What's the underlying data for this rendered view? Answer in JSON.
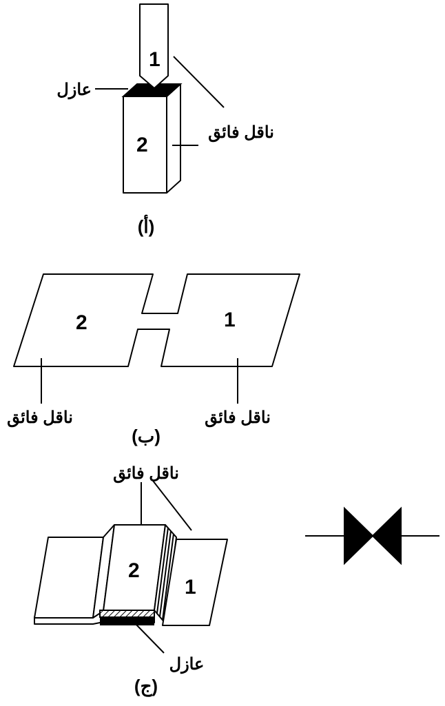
{
  "colors": {
    "ink": "#000000",
    "background": "#ffffff"
  },
  "figure_a": {
    "num_1": "1",
    "num_2": "2",
    "insulator_label": "عازل",
    "superconductor_label": "ناقل فائق",
    "caption": "(أ)"
  },
  "figure_b": {
    "num_1": "1",
    "num_2": "2",
    "superconductor_left_label": "ناقل فائق",
    "superconductor_right_label": "ناقل فائق",
    "caption": "(ب)"
  },
  "figure_c": {
    "num_1": "1",
    "num_2": "2",
    "superconductor_label": "ناقل فائق",
    "insulator_label": "عازل",
    "caption": "(ج)"
  },
  "symbol": {
    "icon": "josephson-junction-symbol-icon"
  }
}
